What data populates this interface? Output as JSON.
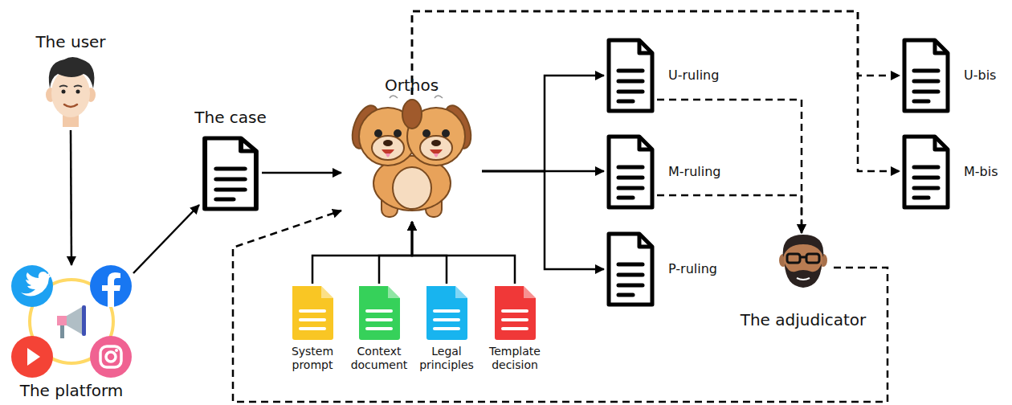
{
  "diagram": {
    "nodes": [
      {
        "text": [
          "The user"
        ]
      },
      {
        "text": [
          "The platform"
        ]
      },
      {
        "text": [
          "The case"
        ]
      },
      {
        "text": [
          "Orthos"
        ]
      },
      {
        "text": [
          "System prompt"
        ]
      },
      {
        "text": [
          "Context document"
        ]
      },
      {
        "text": [
          "Legal principles"
        ]
      },
      {
        "text": [
          "Template decision"
        ]
      },
      {
        "text": [
          "U-ruling"
        ]
      },
      {
        "text": [
          "M-ruling"
        ]
      },
      {
        "text": [
          "P-ruling"
        ]
      },
      {
        "text": [
          "The adjudicator"
        ]
      },
      {
        "text": [
          "U-bis"
        ]
      },
      {
        "text": [
          "M-bis"
        ]
      }
    ],
    "edges": [
      {
        "from": 0,
        "to": 1,
        "arrow": "to"
      },
      {
        "from": 1,
        "to": 2,
        "arrow": "to"
      },
      {
        "from": 2,
        "to": 3,
        "arrow": "to"
      },
      {
        "from": 4,
        "to": 3,
        "arrow": "to"
      },
      {
        "from": 5,
        "to": 3,
        "arrow": "to"
      },
      {
        "from": 6,
        "to": 3,
        "arrow": "to"
      },
      {
        "from": 7,
        "to": 3,
        "arrow": "to"
      },
      {
        "from": 3,
        "to": 8,
        "arrow": "to"
      },
      {
        "from": 3,
        "to": 9,
        "arrow": "to"
      },
      {
        "from": 3,
        "to": 10,
        "arrow": "to"
      },
      {
        "from": 3,
        "to": 12,
        "arrow": "to"
      },
      {
        "from": 3,
        "to": 13,
        "arrow": "to"
      },
      {
        "from": 8,
        "to": 11,
        "arrow": "to"
      },
      {
        "from": 9,
        "to": 11,
        "arrow": "to"
      },
      {
        "from": 11,
        "to": 3,
        "arrow": "to"
      }
    ]
  }
}
